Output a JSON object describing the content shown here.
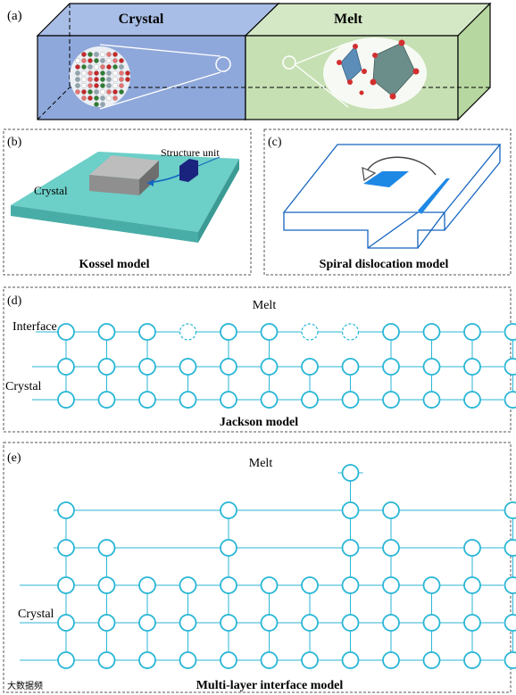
{
  "panel_a": {
    "label": "(a)",
    "crystal_label": "Crystal",
    "melt_label": "Melt",
    "colors": {
      "crystal": "#8FA8DB",
      "melt": "#C6E0B4",
      "interface": "#FF0000"
    }
  },
  "panel_b": {
    "label": "(b)",
    "crystal_label": "Crystal",
    "unit_label": "Structure unit",
    "caption": "Kossel model",
    "colors": {
      "slab": "#6CCFC8",
      "block": "#8F8F8F",
      "cube": "#1A237E",
      "arrow": "#1565C0"
    }
  },
  "panel_c": {
    "label": "(c)",
    "caption": "Spiral dislocation model",
    "colors": {
      "outline": "#1565C0",
      "step": "#1E88E5"
    }
  },
  "panel_d": {
    "label": "(d)",
    "melt_label": "Melt",
    "interface_label": "Interface",
    "crystal_label": "Crystal",
    "caption": "Jackson model",
    "columns": 12,
    "rows": 3,
    "top_row_occupancy": [
      1,
      1,
      1,
      0,
      1,
      1,
      0,
      0,
      1,
      1,
      1,
      1
    ]
  },
  "panel_e": {
    "label": "(e)",
    "melt_label": "Melt",
    "crystal_label": "Crystal",
    "caption": "Multi-layer interface model",
    "column_heights": [
      5,
      4,
      3,
      3,
      5,
      3,
      3,
      6,
      5,
      3,
      4,
      5
    ]
  },
  "lattice_color": "#29B6D6",
  "watermark": "大数据频"
}
